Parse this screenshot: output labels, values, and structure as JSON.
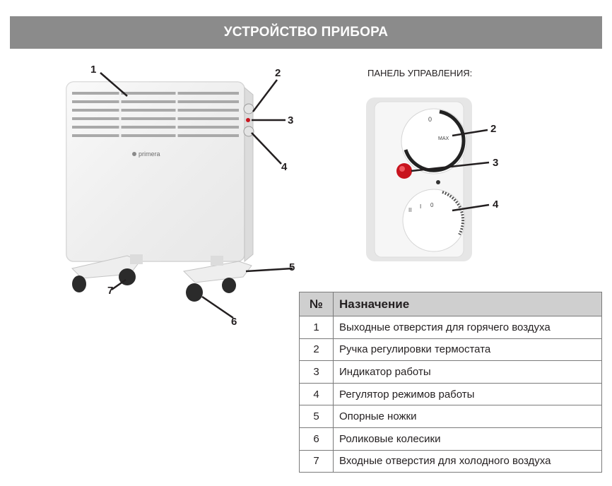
{
  "header": {
    "title": "УСТРОЙСТВО ПРИБОРА"
  },
  "panel": {
    "label": "ПАНЕЛЬ УПРАВЛЕНИЯ:",
    "knob_top_zero": "0",
    "knob_top_max": "MAX",
    "knob_bottom_marks": [
      "II",
      "I",
      "0"
    ]
  },
  "heater": {
    "brand": "primera"
  },
  "callouts": {
    "heater": [
      "1",
      "2",
      "3",
      "4",
      "5",
      "6",
      "7"
    ],
    "panel": [
      "2",
      "3",
      "4"
    ]
  },
  "table": {
    "headers": {
      "num": "№",
      "purpose": "Назначение"
    },
    "rows": [
      {
        "num": "1",
        "text": "Выходные отверстия для горячего воздуха"
      },
      {
        "num": "2",
        "text": "Ручка регулировки термостата"
      },
      {
        "num": "3",
        "text": "Индикатор работы"
      },
      {
        "num": "4",
        "text": "Регулятор режимов работы"
      },
      {
        "num": "5",
        "text": "Опорные ножки"
      },
      {
        "num": "6",
        "text": "Роликовые колесики"
      },
      {
        "num": "7",
        "text": "Входные отверстия для холодного воздуха"
      }
    ]
  },
  "colors": {
    "header_bg": "#8b8b8b",
    "table_head_bg": "#cfcfcf",
    "indicator": "#c8141e"
  }
}
